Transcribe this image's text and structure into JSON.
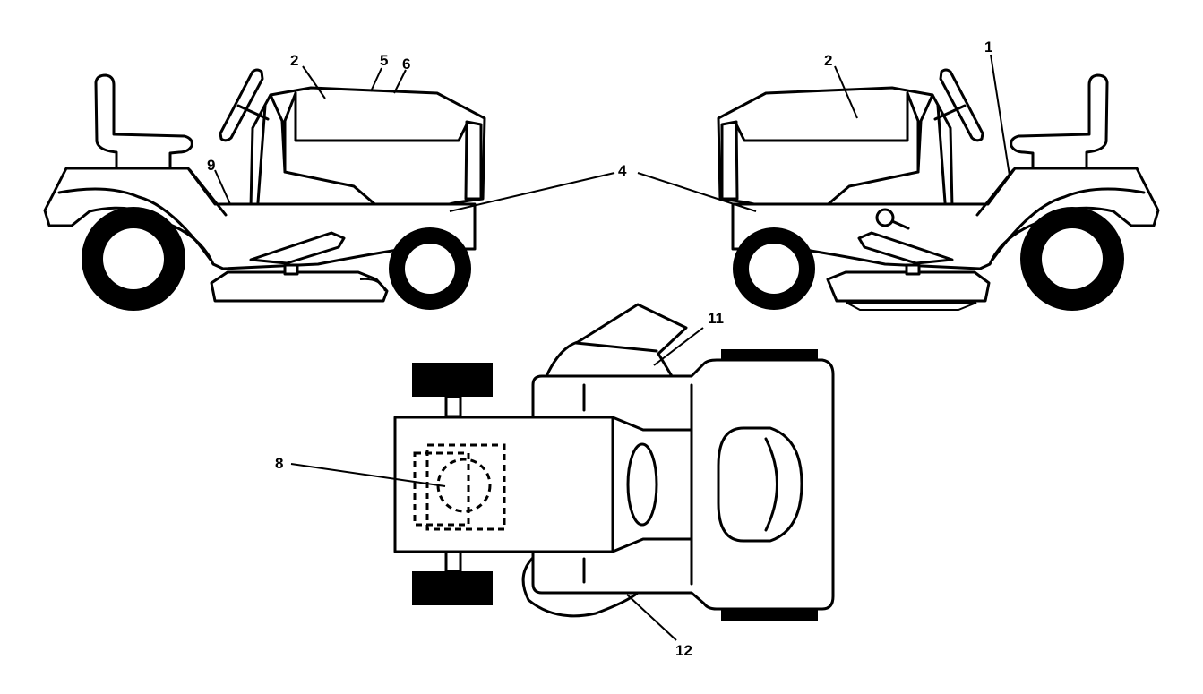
{
  "callouts": {
    "c1": "1",
    "c2_left": "2",
    "c2_right": "2",
    "c4": "4",
    "c5": "5",
    "c6": "6",
    "c8": "8",
    "c9": "9",
    "c11": "11",
    "c12": "12"
  }
}
